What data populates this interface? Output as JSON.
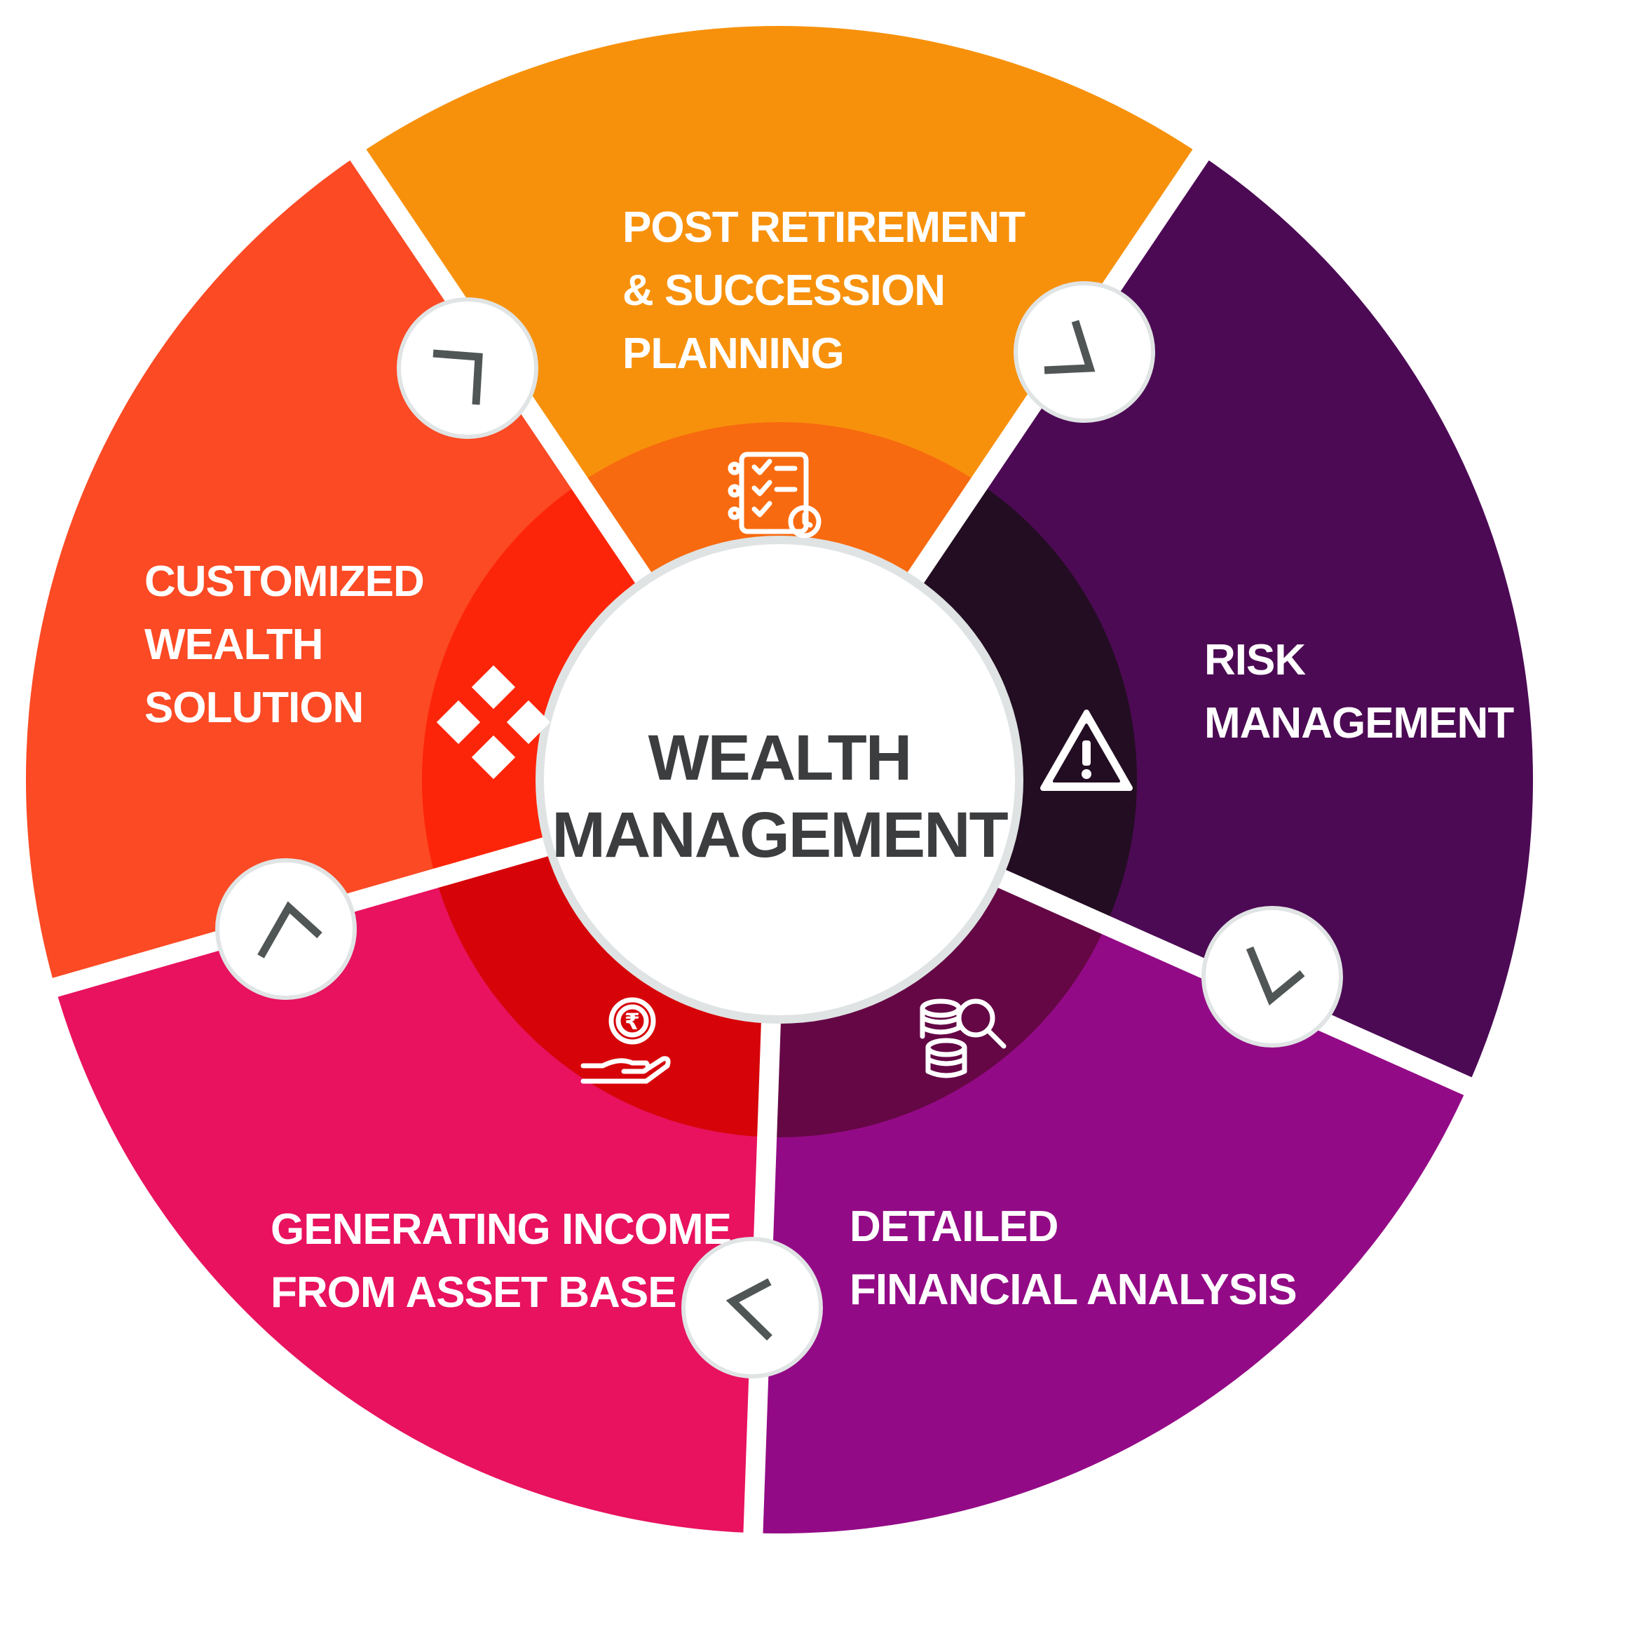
{
  "hub": {
    "line1": "WEALTH",
    "line2": "MANAGEMENT"
  },
  "segments": [
    {
      "id": "post-retirement",
      "lines": [
        "POST RETIREMENT",
        "& SUCCESSION",
        "PLANNING"
      ],
      "color": "#F7910C",
      "inner_color": "#F86A0F",
      "icon": "checklist-clock-icon"
    },
    {
      "id": "risk-management",
      "lines": [
        "RISK",
        "MANAGEMENT"
      ],
      "color": "#4C0A54",
      "inner_color": "#230D22",
      "icon": "warning-triangle-icon"
    },
    {
      "id": "financial-analysis",
      "lines": [
        "DETAILED",
        "FINANCIAL ANALYSIS"
      ],
      "color": "#930A86",
      "inner_color": "#650745",
      "icon": "coins-magnifier-icon"
    },
    {
      "id": "generating-income",
      "lines": [
        "GENERATING INCOME",
        "FROM ASSET BASE"
      ],
      "color": "#E8125E",
      "inner_color": "#D60409",
      "icon": "rupee-hand-icon"
    },
    {
      "id": "customized-wealth",
      "lines": [
        "CUSTOMIZED",
        "WEALTH",
        "SOLUTION"
      ],
      "color": "#FB4A24",
      "inner_color": "#FD2509",
      "icon": "diamond-puzzle-icon"
    }
  ],
  "connectors": [
    {
      "icon": "chevron-icon"
    },
    {
      "icon": "chevron-icon"
    },
    {
      "icon": "chevron-icon"
    },
    {
      "icon": "chevron-icon"
    },
    {
      "icon": "chevron-icon"
    }
  ],
  "colors": {
    "background": "#FFFFFF",
    "gap": "#FFFFFF",
    "hub_fill": "#FFFFFF",
    "hub_text": "#3B3D3F",
    "chevron": "#505655"
  }
}
